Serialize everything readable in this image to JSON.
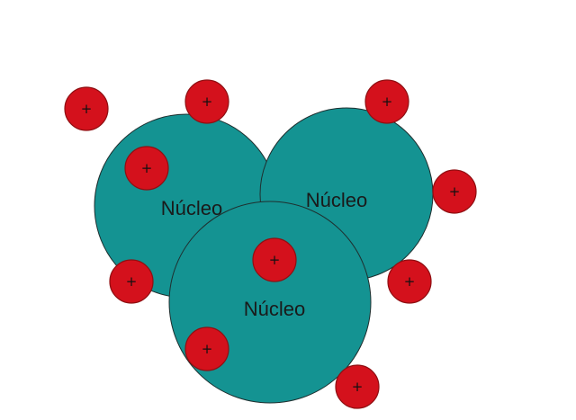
{
  "diagram": {
    "colors": {
      "background": "#ffffff",
      "nucleus_fill": "#149392",
      "nucleus_outline": "#1f2f2f",
      "proton_fill": "#d4111c",
      "proton_outline": "#8f0f12",
      "label_text": "#1a1a1a"
    },
    "nuclei": [
      {
        "label": "Núcleo"
      },
      {
        "label": "Núcleo"
      },
      {
        "label": "Núcleo"
      }
    ],
    "proton_symbol": "+",
    "proton_icon": "plus-icon"
  }
}
